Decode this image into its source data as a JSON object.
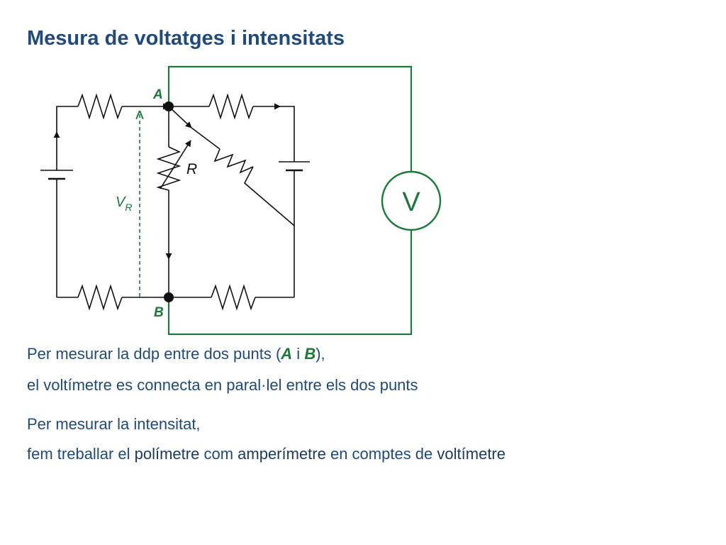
{
  "slide": {
    "title": "Mesura de voltatges i intensitats"
  },
  "diagram": {
    "node_a_label": "A",
    "node_b_label": "B",
    "resistor_label": "R",
    "voltage_label_main": "V",
    "voltage_label_sub": "R",
    "voltmeter_label": "V",
    "colors": {
      "circuit": "#111111",
      "measurement": "#1b7a3a"
    }
  },
  "text": {
    "block1": {
      "line1_pre": "Per mesurar la ddp entre dos punts (",
      "line1_a": "A",
      "line1_mid": " i ",
      "line1_b": "B",
      "line1_post": "),",
      "line2": "el voltímetre es connecta en paral·lel entre els dos punts"
    },
    "block2": {
      "line1": "Per mesurar la intensitat,",
      "line2_p1": "fem treballar el ",
      "line2_e1": "polímetre",
      "line2_p2": " com ",
      "line2_e2": "amperímetre",
      "line2_p3": " en comptes de ",
      "line2_e3": "voltímetre"
    }
  }
}
